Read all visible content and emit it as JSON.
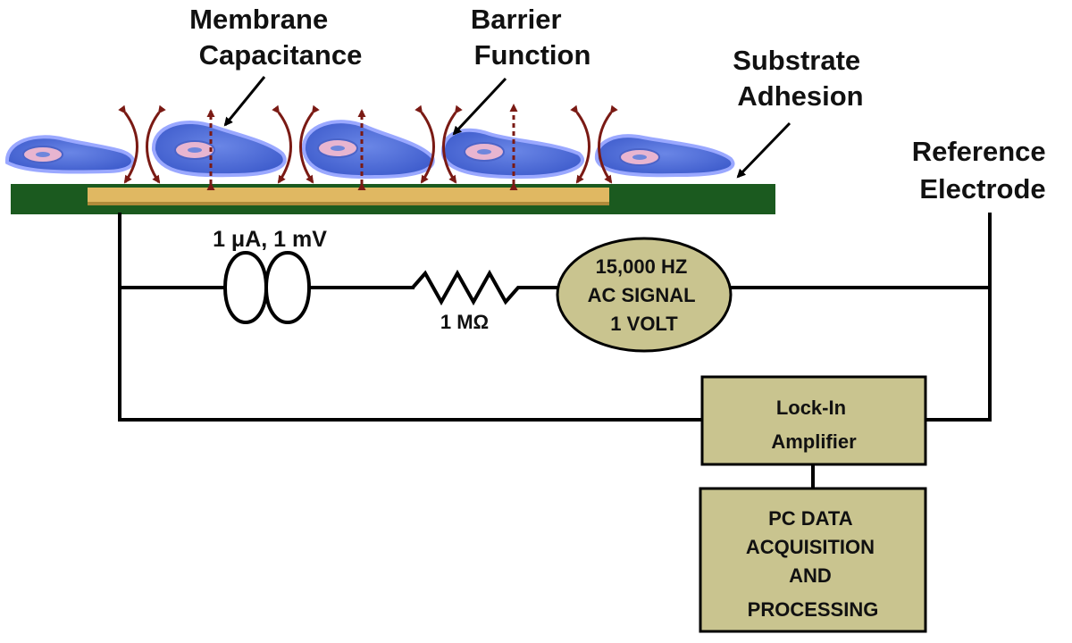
{
  "labels": {
    "membrane_capacitance": [
      "Membrane",
      "Capacitance"
    ],
    "barrier_function": [
      "Barrier",
      "Function"
    ],
    "substrate_adhesion": [
      "Substrate",
      "Adhesion"
    ],
    "reference_electrode": [
      "Reference",
      "Electrode"
    ],
    "current_voltage": "1 μA, 1 mV",
    "resistor": "1 MΩ"
  },
  "signal_source": [
    "15,000 HZ",
    "AC  SIGNAL",
    "1 VOLT"
  ],
  "lock_in_amplifier": [
    "Lock-In",
    "Amplifier"
  ],
  "pc_box": [
    "PC DATA",
    "ACQUISITION",
    "AND",
    "PROCESSING"
  ],
  "colors": {
    "substrate": "#1b5a1f",
    "electrode": "#e0b862",
    "cell_fill": "#5573d8",
    "cell_glow": "#8f9df5",
    "nucleus": "#e8b5d0",
    "current_arrow": "#7a1a14",
    "box_fill": "#c9c48f",
    "wire": "#000000"
  }
}
